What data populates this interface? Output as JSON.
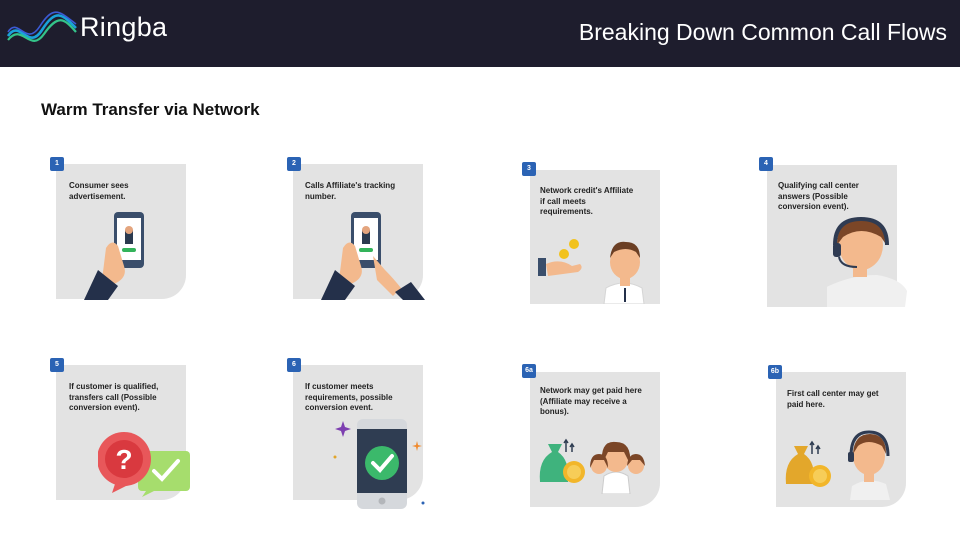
{
  "header": {
    "logo_text": "Ringba",
    "title": "Breaking Down Common Call Flows"
  },
  "subtitle": "Warm Transfer via Network",
  "steps": [
    {
      "badge": "1",
      "text": "Consumer sees advertisement."
    },
    {
      "badge": "2",
      "text": "Calls Affiliate's tracking number."
    },
    {
      "badge": "3",
      "text": "Network credit's Affiliate if call meets requirements."
    },
    {
      "badge": "4",
      "text": "Qualifying call center answers (Possible conversion event)."
    },
    {
      "badge": "5",
      "text": "If customer is qualified, transfers call (Possible conversion event)."
    },
    {
      "badge": "6",
      "text": "If customer meets requirements, possible conversion event."
    },
    {
      "badge": "6a",
      "text": "Network may get paid here (Affiliate may receive a bonus)."
    },
    {
      "badge": "6b",
      "text": "First call center may get paid here."
    }
  ],
  "colors": {
    "header_bg": "#1e1d2d",
    "badge": "#2b63b4",
    "card": "#e3e3e3"
  }
}
